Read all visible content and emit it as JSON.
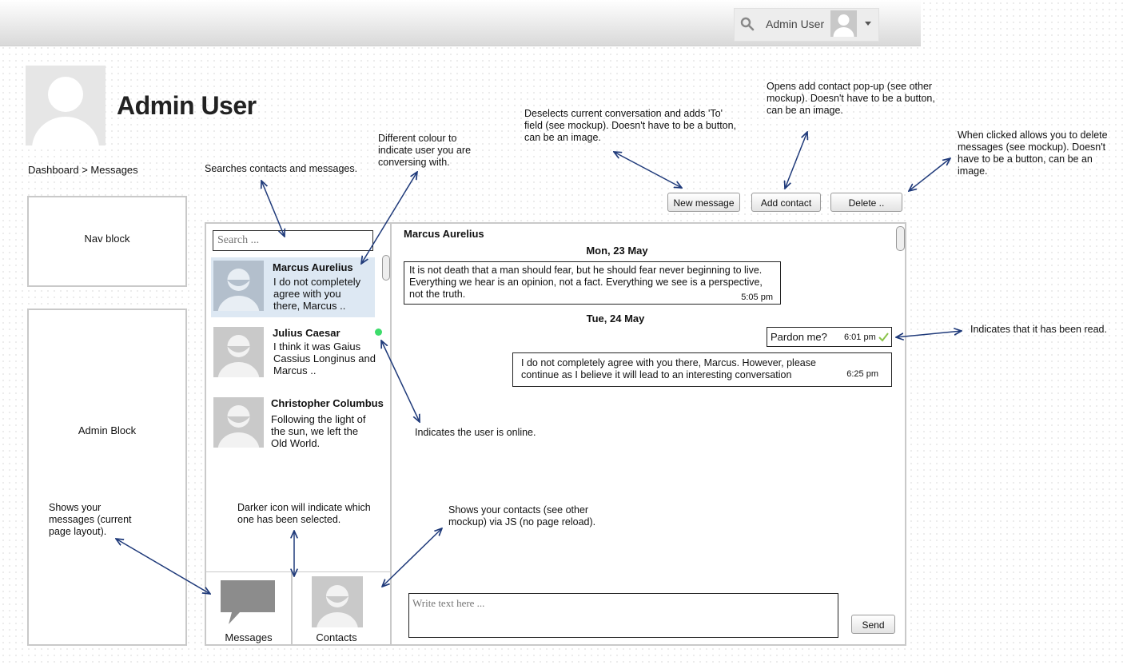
{
  "header": {
    "user_name": "Admin User"
  },
  "profile": {
    "name": "Admin User",
    "breadcrumb": "Dashboard > Messages"
  },
  "blocks": {
    "nav": "Nav block",
    "admin": "Admin Block"
  },
  "toolbar": {
    "new_message": "New message",
    "add_contact": "Add contact",
    "delete": "Delete .."
  },
  "contacts": {
    "search_placeholder": "Search ...",
    "items": [
      {
        "name": "Marcus Aurelius",
        "preview": "I do not completely agree with you there, Marcus ..",
        "selected": true
      },
      {
        "name": "Julius Caesar",
        "preview": "I think it was Gaius Cassius Longinus and Marcus ..",
        "online": true
      },
      {
        "name": "Christopher Columbus",
        "preview": "Following the light of the sun, we left the Old World."
      }
    ]
  },
  "tabs": {
    "messages": "Messages",
    "contacts": "Contacts"
  },
  "conversation": {
    "title": "Marcus Aurelius",
    "days": [
      {
        "label": "Mon, 23 May"
      },
      {
        "label": "Tue, 24 May"
      }
    ],
    "messages": [
      {
        "text": "It is not death that a man should fear, but he should fear never beginning to live. Everything we hear is an opinion, not a fact. Everything we see is a perspective, not the truth.",
        "time": "5:05 pm"
      },
      {
        "text": "Pardon me?",
        "time": "6:01 pm"
      },
      {
        "text": "I do not completely agree with you there, Marcus. However, please continue as I believe it will lead to an interesting conversation",
        "time": "6:25 pm"
      }
    ],
    "reply_placeholder": "Write text here ...",
    "send": "Send"
  },
  "annotations": {
    "search": "Searches contacts and messages.",
    "selected_colour": "Different colour to indicate user you are conversing with.",
    "new_message": "Deselects current conversation and adds 'To' field (see mockup). Doesn't have to be a button, can be an image.",
    "add_contact": "Opens add contact pop-up (see other mockup). Doesn't have to be a button, can be an image.",
    "delete": "When clicked allows you to delete messages (see mockup). Doesn't have to be a button, can be an image.",
    "online": "Indicates the user is online.",
    "read": "Indicates that it has been read.",
    "messages_tab": "Shows your messages (current page layout).",
    "darker_icon": "Darker icon will indicate which one has been selected.",
    "contacts_tab": "Shows your contacts (see other mockup) via JS (no page reload)."
  },
  "colors": {
    "selected_row": "#dde8f3",
    "online": "#3ddc6b",
    "read_check": "#8bc34a",
    "arrow": "#1f3a7a"
  }
}
